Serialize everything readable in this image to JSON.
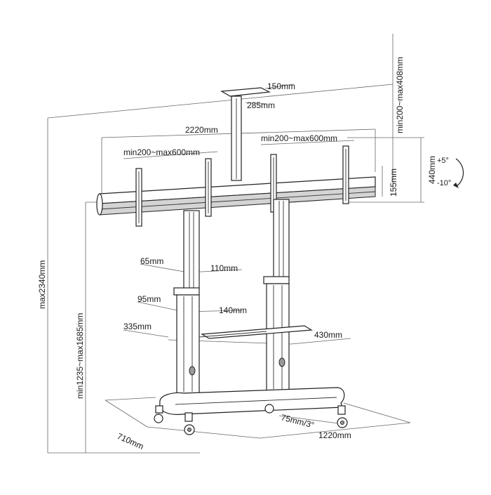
{
  "dimensions": {
    "top_plate_width": "150mm",
    "top_plate_depth": "285mm",
    "overall_width": "2220mm",
    "vesa_height_range": "min200~max408mm",
    "vesa_left": "min200~max600mm",
    "vesa_right": "min200~max600mm",
    "bracket_height": "440mm",
    "bracket_offset": "155mm",
    "tilt_up": "+5°",
    "tilt_down": "-10°",
    "max_height": "max2340mm",
    "height_range": "min1235~max1685mm",
    "column_depth_upper": "65mm",
    "column_width_upper": "110mm",
    "column_depth_lower": "95mm",
    "column_width_lower": "140mm",
    "shelf_depth": "335mm",
    "shelf_width": "430mm",
    "base_depth": "710mm",
    "base_tilt": "75mm/3°",
    "base_width": "1220mm"
  }
}
